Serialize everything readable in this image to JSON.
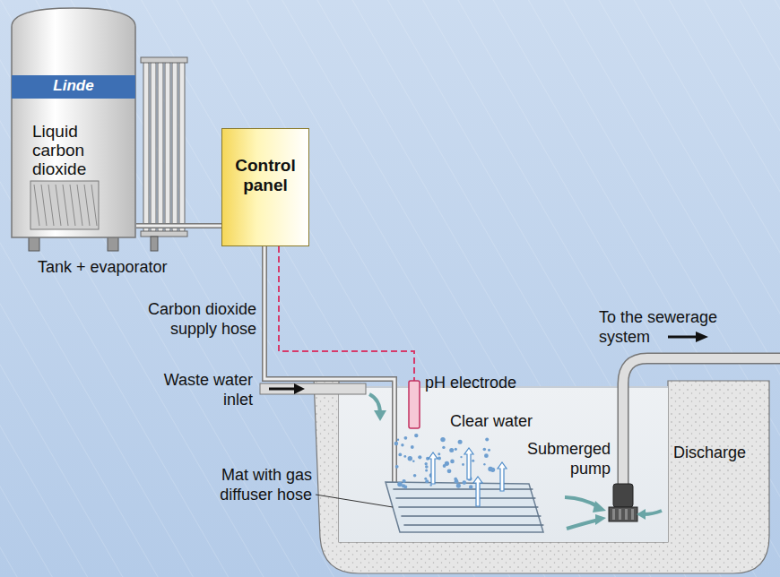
{
  "diagram": {
    "nodes": [
      {
        "text": [
          "Linde",
          "Liquid carbon dioxide"
        ]
      },
      {
        "text": [
          "Control panel"
        ]
      }
    ],
    "edges": [
      {
        "from": 0,
        "to": 1,
        "arrow": "none"
      }
    ],
    "labels": [
      "Tank + evaporator",
      "Carbon dioxide supply hose",
      "Waste water inlet",
      "pH electrode",
      "Clear water",
      "Submerged pump",
      "Discharge",
      "Mat with gas diffuser hose",
      "To the sewerage system"
    ]
  }
}
